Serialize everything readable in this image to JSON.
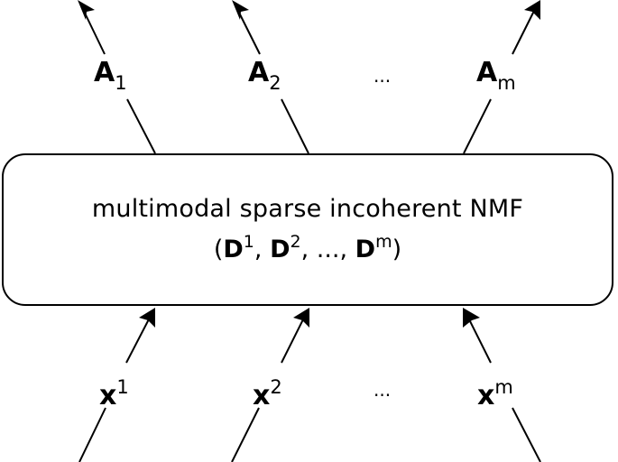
{
  "box": {
    "title": "multimodal sparse incoherent NMF",
    "dictionaries": {
      "open": "(",
      "items": [
        {
          "symbol": "D",
          "sup": "1"
        },
        {
          "symbol": "D",
          "sup": "2"
        },
        {
          "symbol": "D",
          "sup": "m"
        }
      ],
      "sep": ", ",
      "ellipsis": "...",
      "close": ")"
    }
  },
  "outputs": [
    {
      "symbol": "A",
      "sub": "1"
    },
    {
      "symbol": "A",
      "sub": "2"
    },
    {
      "symbol": "A",
      "sub": "m"
    }
  ],
  "inputs": [
    {
      "symbol": "x",
      "sup": "1"
    },
    {
      "symbol": "x",
      "sup": "2"
    },
    {
      "symbol": "x",
      "sup": "m"
    }
  ],
  "ellipsis": "..."
}
